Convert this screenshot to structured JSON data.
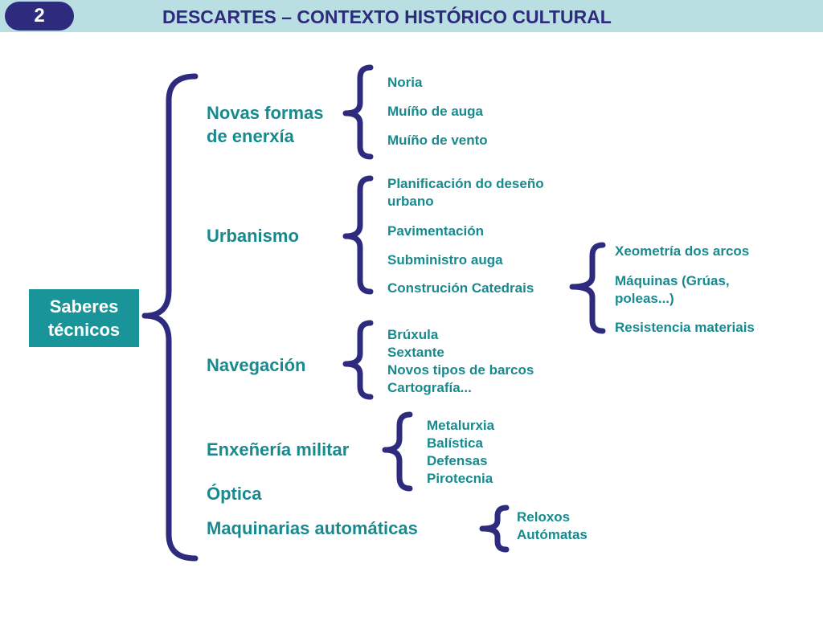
{
  "header": {
    "badge": "2",
    "title": "DESCARTES – CONTEXTO HISTÓRICO CULTURAL"
  },
  "root": {
    "line1": "Saberes",
    "line2": "técnicos"
  },
  "categories": {
    "energia": {
      "line1": "Novas formas",
      "line2": "de enerxía"
    },
    "urbanismo": "Urbanismo",
    "navegacion": "Navegación",
    "militar": "Enxeñería  militar",
    "optica": "Óptica",
    "maquinarias": "Maquinarias automáticas"
  },
  "energia_items": [
    "Noria",
    "Muíño de auga",
    "Muíño de vento"
  ],
  "urbanismo_items": {
    "planificacion": {
      "line1": "Planificación do deseño",
      "line2": "urbano"
    },
    "pavimentacion": "Pavimentación",
    "subministro": "Subministro auga",
    "catedrais": "Construción Catedrais"
  },
  "catedrais_items": {
    "xeometria": "Xeometría dos arcos",
    "maquinas": {
      "line1": "Máquinas (Grúas,",
      "line2": "poleas...)"
    },
    "resistencia": "Resistencia materiais"
  },
  "navegacion_items": [
    "Brúxula",
    "Sextante",
    "Novos tipos de barcos",
    "Cartografía..."
  ],
  "militar_items": [
    "Metalurxia",
    "Balística",
    "Defensas",
    "Pirotecnia"
  ],
  "maquinarias_items": [
    "Reloxos",
    "Autómatas"
  ],
  "colors": {
    "header_bg": "#b9dfe3",
    "badge_bg": "#2e2a7e",
    "title": "#2e2a7e",
    "root_bg": "#19959a",
    "text": "#188a8f",
    "brace": "#2e2a7e"
  }
}
